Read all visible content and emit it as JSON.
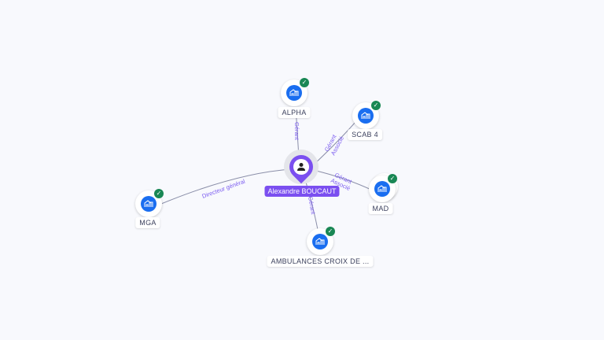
{
  "person": {
    "name": "Alexandre BOUCAUT",
    "icon": "person-icon"
  },
  "companies": [
    {
      "name": "ALPHA",
      "verified": true,
      "relation": [
        "Gérant"
      ]
    },
    {
      "name": "SCAB 4",
      "verified": true,
      "relation": [
        "Gérant",
        "Associé"
      ]
    },
    {
      "name": "MAD",
      "verified": true,
      "relation": [
        "Gérant",
        "Associé"
      ]
    },
    {
      "name": "MGA",
      "verified": true,
      "relation": [
        "Directeur général"
      ]
    },
    {
      "name": "AMBULANCES CROIX DE ...",
      "verified": true,
      "relation": [
        "Gérant"
      ]
    }
  ],
  "colors": {
    "person": "#7b4ff0",
    "company": "#1a6ef0",
    "verified": "#198754",
    "edge_label": "#7b5cf0"
  }
}
